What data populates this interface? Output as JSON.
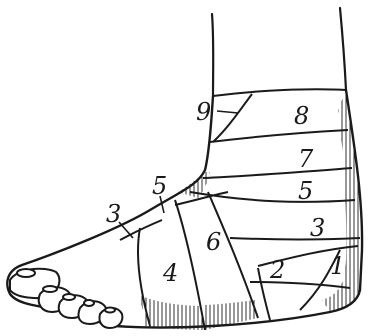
{
  "labels": [
    {
      "id": "1",
      "text": "1"
    },
    {
      "id": "2",
      "text": "2"
    },
    {
      "id": "3a",
      "text": "3"
    },
    {
      "id": "3b",
      "text": "3"
    },
    {
      "id": "4",
      "text": "4"
    },
    {
      "id": "5a",
      "text": "5"
    },
    {
      "id": "5b",
      "text": "5"
    },
    {
      "id": "6",
      "text": "6"
    },
    {
      "id": "7",
      "text": "7"
    },
    {
      "id": "8",
      "text": "8"
    },
    {
      "id": "9",
      "text": "9"
    }
  ],
  "colors": {
    "ink": "#1a1a1a",
    "paper": "#ffffff"
  }
}
